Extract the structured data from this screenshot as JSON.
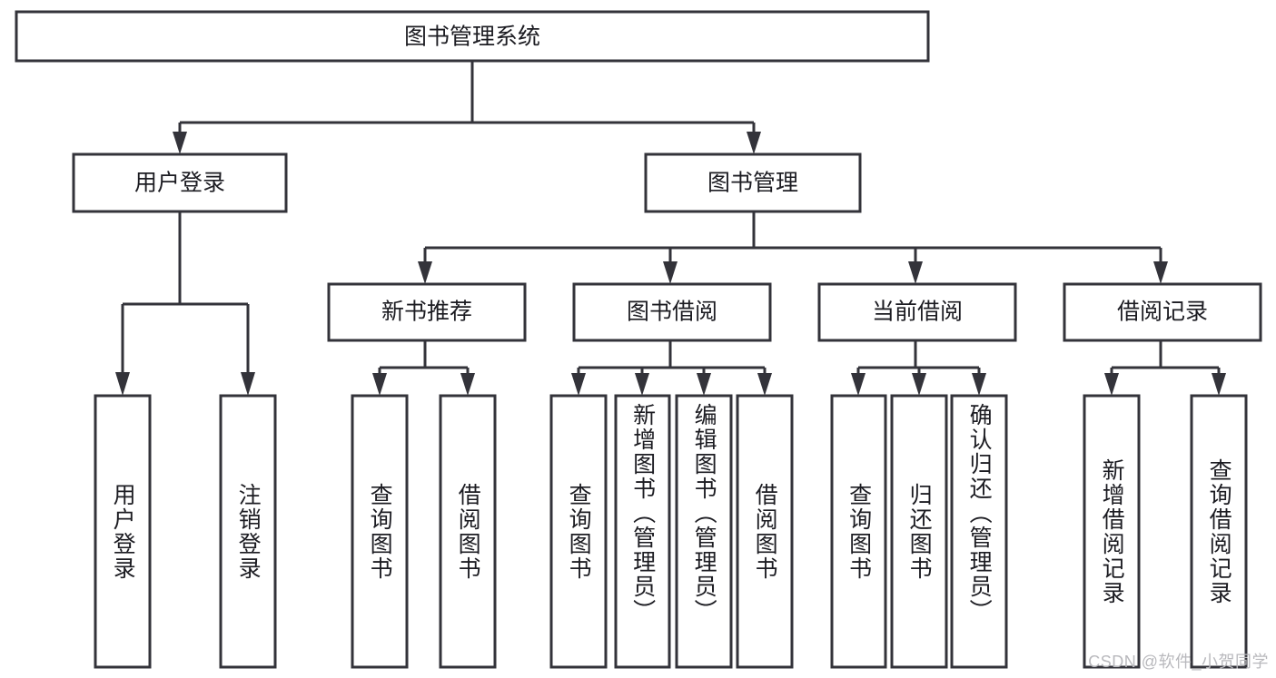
{
  "diagram": {
    "title": "图书管理系统",
    "type": "tree-hierarchy",
    "orientation": "top-down",
    "root": {
      "label": "图书管理系统"
    },
    "level2": [
      {
        "label": "用户登录"
      },
      {
        "label": "图书管理"
      }
    ],
    "level3": [
      {
        "label": "新书推荐"
      },
      {
        "label": "图书借阅"
      },
      {
        "label": "当前借阅"
      },
      {
        "label": "借阅记录"
      }
    ],
    "leaves": {
      "user_login": [
        {
          "label": "用户登录"
        },
        {
          "label": "注销登录"
        }
      ],
      "new_book_recommend": [
        {
          "label": "查询图书"
        },
        {
          "label": "借阅图书"
        }
      ],
      "book_borrow": [
        {
          "label": "查询图书"
        },
        {
          "label": "新增图书（管理员）"
        },
        {
          "label": "编辑图书（管理员）"
        },
        {
          "label": "借阅图书"
        }
      ],
      "current_borrow": [
        {
          "label": "查询图书"
        },
        {
          "label": "归还图书"
        },
        {
          "label": "确认归还（管理员）"
        }
      ],
      "borrow_record": [
        {
          "label": "新增借阅记录"
        },
        {
          "label": "查询借阅记录"
        }
      ]
    }
  },
  "watermark": {
    "text": "CSDN @软件_小贺同学"
  },
  "colors": {
    "stroke": "#33333a",
    "box_fill": "#ffffff",
    "text": "#1c1c22",
    "watermark": "#b9b9bd",
    "background": "#ffffff"
  }
}
